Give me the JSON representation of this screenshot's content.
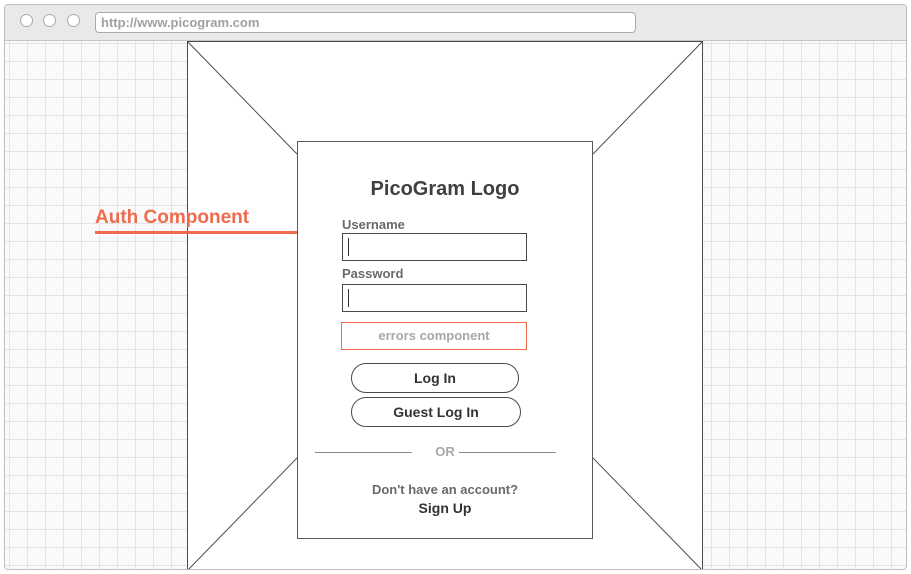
{
  "browser": {
    "url": "http://www.picogram.com"
  },
  "annotation": {
    "label": "Auth Component",
    "color": "#f06a4d"
  },
  "auth": {
    "logo": "PicoGram Logo",
    "username_label": "Username",
    "username_value": "",
    "password_label": "Password",
    "password_value": "",
    "errors_label": "errors component",
    "login_button": "Log In",
    "guest_login_button": "Guest Log In",
    "divider_text": "OR",
    "signup_prompt": "Don't have an account?",
    "signup_link": "Sign Up"
  }
}
